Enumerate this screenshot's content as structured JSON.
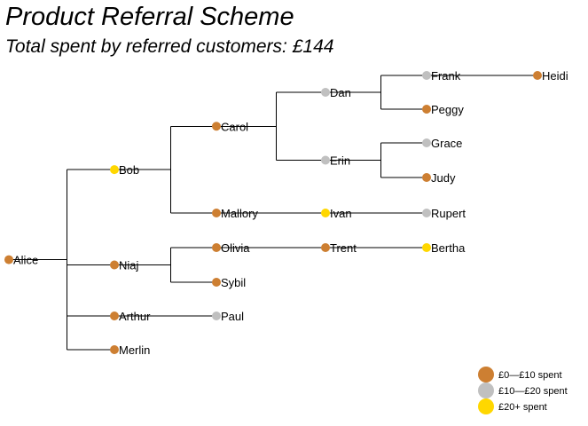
{
  "title": "Product Referral Scheme",
  "subtitle": "Total spent by referred customers: £144",
  "colors": {
    "low": "#CD7F32",
    "mid": "#C0C0C0",
    "high": "#FFD700"
  },
  "legend": [
    {
      "tier": "low",
      "label": "£0—£10 spent"
    },
    {
      "tier": "mid",
      "label": "£10—£20 spent"
    },
    {
      "tier": "high",
      "label": "£20+ spent"
    }
  ],
  "tree": {
    "name": "Alice",
    "tier": "low",
    "children": [
      {
        "name": "Bob",
        "tier": "high",
        "children": [
          {
            "name": "Carol",
            "tier": "low",
            "children": [
              {
                "name": "Dan",
                "tier": "mid",
                "children": [
                  {
                    "name": "Frank",
                    "tier": "mid",
                    "children": [
                      {
                        "name": "Heidi",
                        "tier": "low",
                        "children": []
                      }
                    ]
                  },
                  {
                    "name": "Peggy",
                    "tier": "low",
                    "children": []
                  }
                ]
              },
              {
                "name": "Erin",
                "tier": "mid",
                "children": [
                  {
                    "name": "Grace",
                    "tier": "mid",
                    "children": []
                  },
                  {
                    "name": "Judy",
                    "tier": "low",
                    "children": []
                  }
                ]
              }
            ]
          },
          {
            "name": "Mallory",
            "tier": "low",
            "children": [
              {
                "name": "Ivan",
                "tier": "high",
                "children": [
                  {
                    "name": "Rupert",
                    "tier": "mid",
                    "children": []
                  }
                ]
              }
            ]
          }
        ]
      },
      {
        "name": "Niaj",
        "tier": "low",
        "children": [
          {
            "name": "Olivia",
            "tier": "low",
            "children": [
              {
                "name": "Trent",
                "tier": "low",
                "children": [
                  {
                    "name": "Bertha",
                    "tier": "high",
                    "children": []
                  }
                ]
              }
            ]
          },
          {
            "name": "Sybil",
            "tier": "low",
            "children": []
          }
        ]
      },
      {
        "name": "Arthur",
        "tier": "low",
        "children": [
          {
            "name": "Paul",
            "tier": "mid",
            "children": []
          }
        ]
      },
      {
        "name": "Merlin",
        "tier": "low",
        "children": []
      }
    ]
  }
}
